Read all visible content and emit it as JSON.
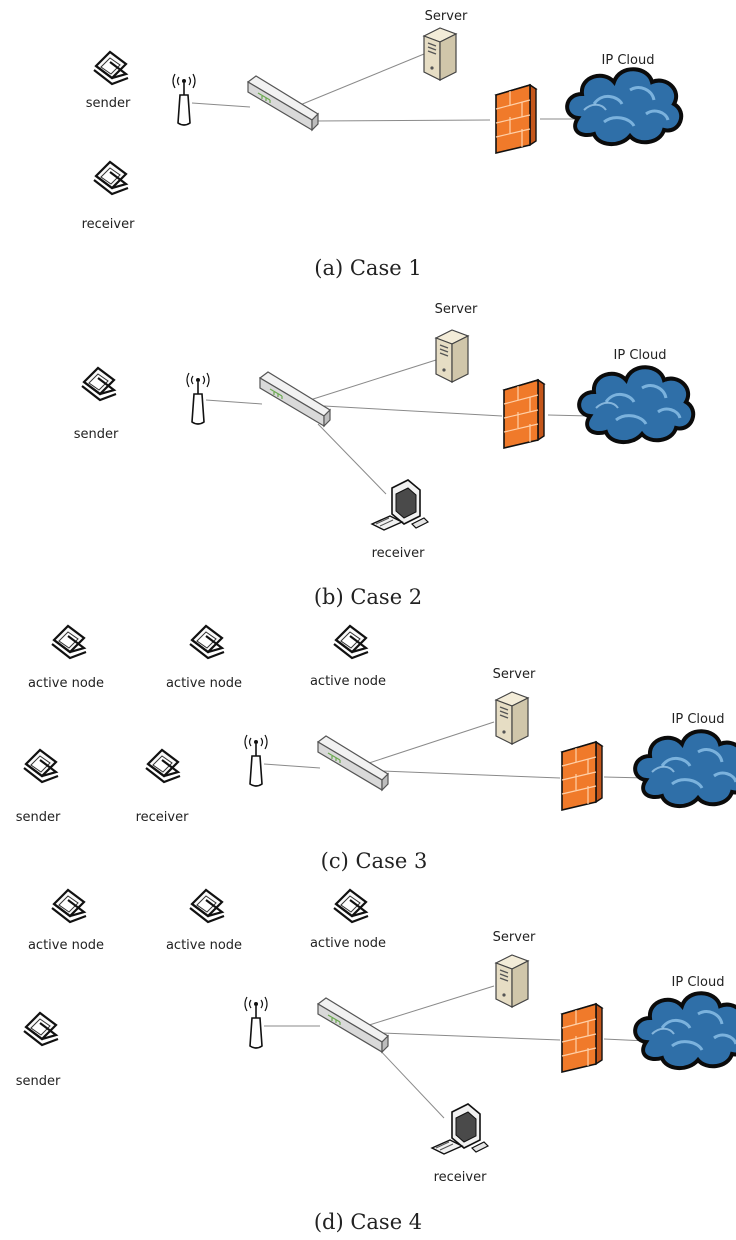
{
  "panels": [
    {
      "caption": "(a) Case 1",
      "labels": {
        "server": "Server",
        "cloud": "IP Cloud",
        "sender": "sender",
        "receiver": "receiver"
      }
    },
    {
      "caption": "(b) Case 2",
      "labels": {
        "server": "Server",
        "cloud": "IP Cloud",
        "sender": "sender",
        "receiver": "receiver"
      }
    },
    {
      "caption": "(c) Case 3",
      "labels": {
        "server": "Server",
        "cloud": "IP Cloud",
        "sender": "sender",
        "receiver": "receiver",
        "active_nodes": [
          "active node",
          "active node",
          "active node"
        ]
      }
    },
    {
      "caption": "(d) Case 4",
      "labels": {
        "server": "Server",
        "cloud": "IP Cloud",
        "sender": "sender",
        "receiver": "receiver",
        "active_nodes": [
          "active node",
          "active node",
          "active node"
        ]
      }
    }
  ],
  "colors": {
    "firewall": "#f07a2a",
    "cloud": "#2f6fa8",
    "server": "#e6ddc4",
    "laptop_screen": "#f4f4f4"
  }
}
